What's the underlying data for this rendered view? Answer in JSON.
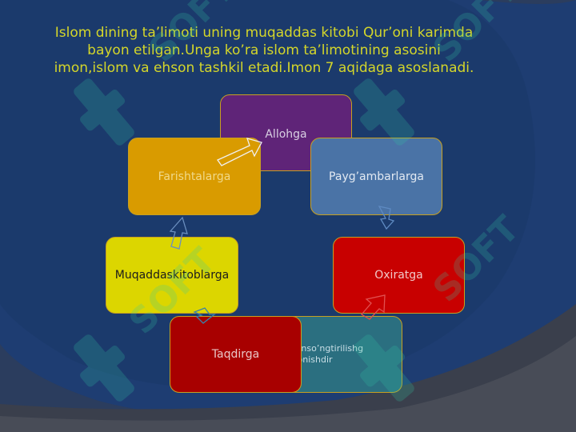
{
  "title": {
    "line1": "Islom dining ta’limoti uning muqaddas kitobi Qur’oni karimda",
    "line2": "bayon etilgan.Unga ko’ra islom ta’limotining asosini",
    "line3": "imon,islom va ehson tashkil etadi.Imon 7 aqidaga asoslanadi."
  },
  "cycle": {
    "items": [
      "Allohga",
      "Payg’ambarlarga",
      "Oxiratga",
      "andanso’ngtirilishg aishonishdir",
      "Taqdirga",
      "Muqaddaskitoblarga",
      "Farishtalarga"
    ]
  },
  "watermark": "SOFT",
  "colors": {
    "background": "#2b3d5e",
    "title_text": "#d4d62a",
    "allohga": "#5f2478",
    "farishtalarga": "#d99b00",
    "paygambarlarga": "#4a73a6",
    "muqaddaskitoblarga": "#dcd600",
    "oxiratga": "#c80000",
    "qayta_tirilish": "#2b6f80",
    "taqdirga": "#a80000"
  }
}
